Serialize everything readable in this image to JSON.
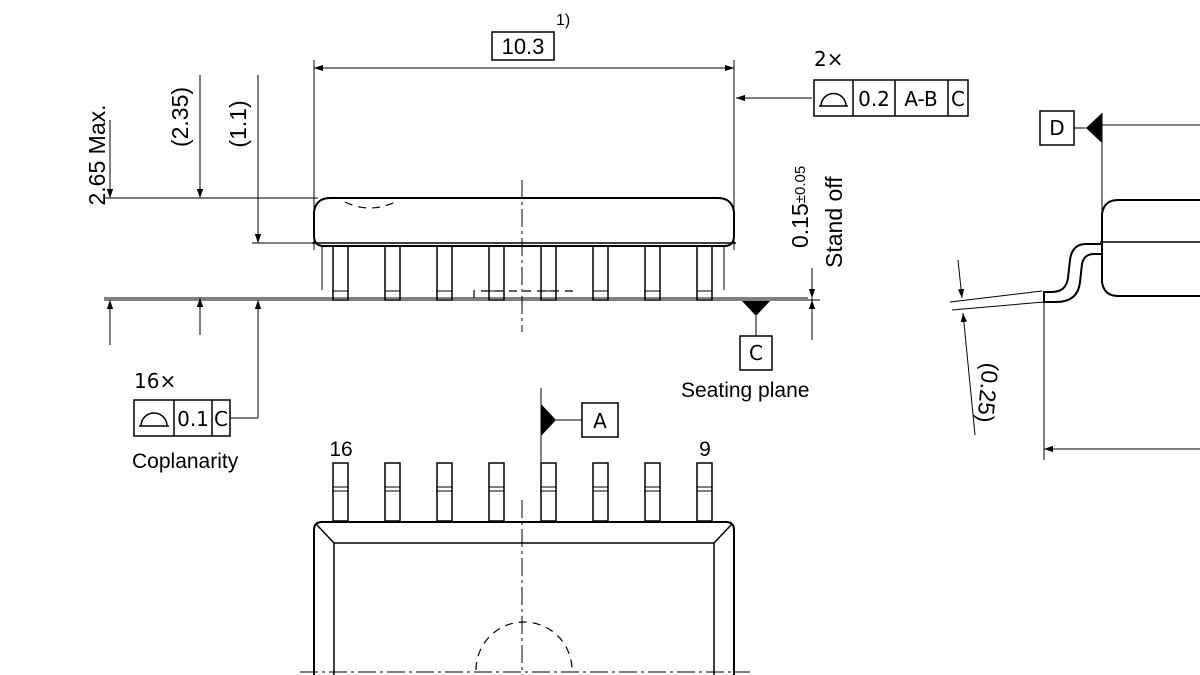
{
  "side_view": {
    "dim_height_max": "2.65 Max.",
    "dim_body_height": "(2.35)",
    "dim_lead_height": "(1.1)",
    "dim_width": "10.3",
    "dim_width_note": "1)",
    "standoff_value": "0.15",
    "standoff_tol": "±0.05",
    "standoff_label": "Stand off",
    "seating_plane_label": "Seating plane",
    "datum_c": "C"
  },
  "profile_fcf": {
    "count": "2×",
    "tolerance": "0.2",
    "datum_ref_1": "A-B",
    "datum_ref_2": "C"
  },
  "coplanarity_fcf": {
    "count": "16×",
    "tolerance": "0.1",
    "datum_ref": "C",
    "label": "Coplanarity"
  },
  "top_view": {
    "datum_a": "A",
    "pin_first": "16",
    "pin_last": "9"
  },
  "end_view": {
    "datum_d": "D",
    "dim_lead_thickness": "(0.25)"
  }
}
